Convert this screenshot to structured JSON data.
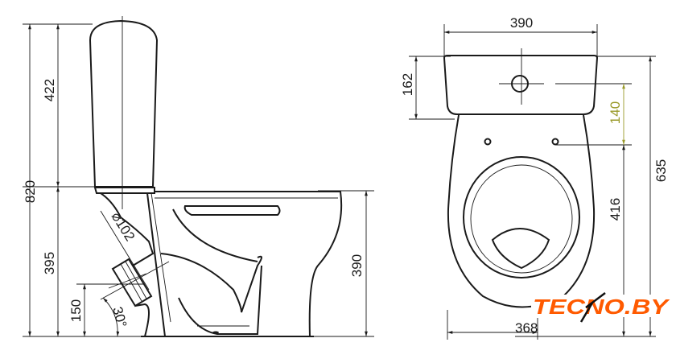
{
  "side_view": {
    "total_height": "820",
    "tank_height": "422",
    "bowl_height": "395",
    "outlet_height": "150",
    "outlet_angle": "30°",
    "outlet_diameter": "⌀102",
    "rim_height": "390"
  },
  "front_view": {
    "tank_width": "390",
    "tank_height": "162",
    "seat_hole_offset": "140",
    "total_depth": "635",
    "seat_hole_distance": "416",
    "base_width": "368"
  },
  "watermark": {
    "text": "TECNO.BY",
    "color": "#ff5a00"
  },
  "colors": {
    "line": "#1a1a1a",
    "accent_dimension": "#9a9a2a"
  }
}
